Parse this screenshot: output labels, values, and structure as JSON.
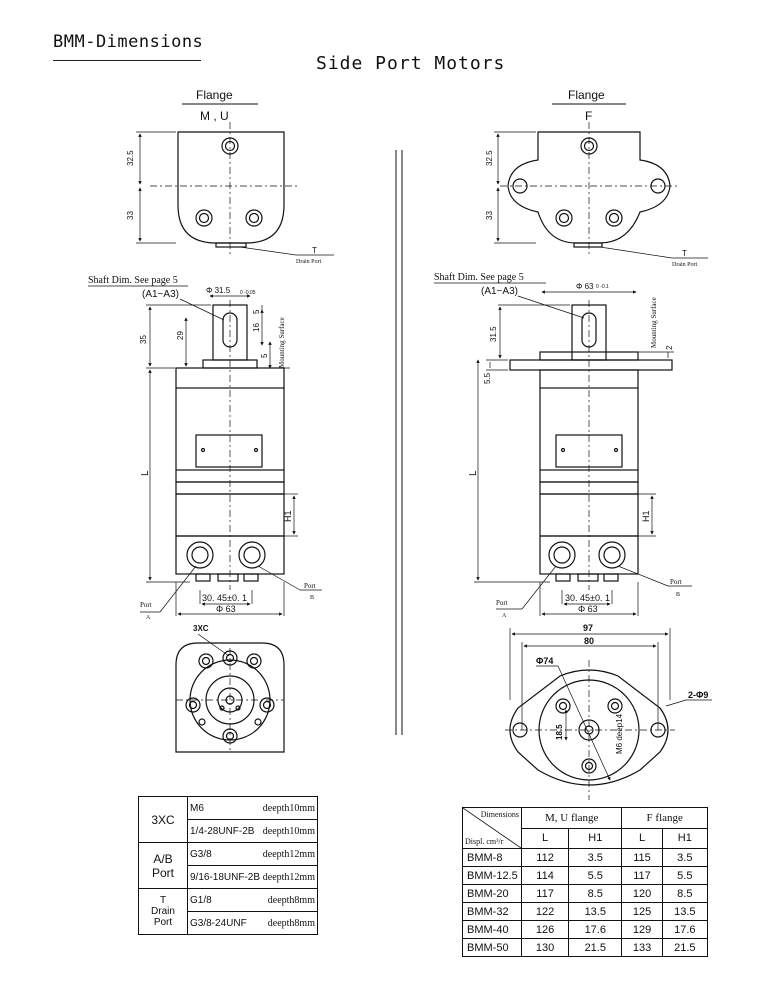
{
  "header": {
    "title": "BMM-Dimensions",
    "subtitle": "Side Port Motors"
  },
  "left_view": {
    "flange_heading": "Flange",
    "flange_codes": "M , U",
    "dim_upper": "32.5",
    "dim_lower": "33",
    "drain_t": "T",
    "drain_label": "Drain Port",
    "shaft_note": "Shaft Dim. See page 5",
    "shaft_range": "(A1~A3)",
    "shaft_dia": "Φ 31.5",
    "shaft_tol": "0 -0.05",
    "dim_35": "35",
    "dim_29": "29",
    "dim_16": "16",
    "dim_5a": "5",
    "dim_5b": "5",
    "mounting_surface": "Mounting Surface",
    "dim_L": "L",
    "dim_H1": "H1",
    "port_a": "Port",
    "port_a_letter": "A",
    "port_b": "Port",
    "port_b_letter": "B",
    "dim_3045": "30. 45±0. 1",
    "dim_63": "Φ 63",
    "label_3xc": "3XC"
  },
  "right_view": {
    "flange_heading": "Flange",
    "flange_code": "F",
    "dim_upper": "32.5",
    "dim_lower": "33",
    "drain_t": "T",
    "drain_label": "Drain Port",
    "shaft_note": "Shaft Dim. See page 5",
    "shaft_range": "(A1~A3)",
    "shaft_dia": "Φ 63",
    "shaft_tol": "0 -0.1",
    "dim_315": "31.5",
    "dim_55": "5.5",
    "dim_2": "2",
    "mounting_surface": "Mounting Surface",
    "dim_L": "L",
    "dim_H1": "H1",
    "port_a": "Port",
    "port_a_letter": "A",
    "port_b": "Port",
    "port_b_letter": "B",
    "dim_3045": "30. 45±0. 1",
    "dim_63": "Φ 63",
    "dim_97": "97",
    "dim_80": "80",
    "dim_74": "Φ74",
    "dim_185": "18.5",
    "dim_2phi9": "2-Φ9",
    "m6_note": "M6 deep14"
  },
  "port_table": {
    "groups": [
      {
        "label": [
          "3XC"
        ],
        "rows": [
          {
            "value": "M6",
            "depth": "deepth10mm"
          },
          {
            "value": "1/4-28UNF-2B",
            "depth": "deepth10mm"
          }
        ]
      },
      {
        "label": [
          "A/B",
          "Port"
        ],
        "rows": [
          {
            "value": "G3/8",
            "depth": "deepth12mm"
          },
          {
            "value": "9/16-18UNF-2B",
            "depth": "deepth12mm"
          }
        ]
      },
      {
        "label": [
          "T",
          "Drain",
          "Port"
        ],
        "rows": [
          {
            "value": "G1/8",
            "depth": "deepth8mm"
          },
          {
            "value": "G3/8-24UNF",
            "depth": "deepth8mm"
          }
        ]
      }
    ]
  },
  "dim_table": {
    "corner_top": "Dimensions",
    "corner_bottom": "Displ. cm³/r",
    "flange_mu": "M, U flange",
    "flange_f": "F flange",
    "subheaders": [
      "L",
      "H1",
      "L",
      "H1"
    ],
    "rows": [
      [
        "BMM-8",
        "112",
        "3.5",
        "115",
        "3.5"
      ],
      [
        "BMM-12.5",
        "114",
        "5.5",
        "117",
        "5.5"
      ],
      [
        "BMM-20",
        "117",
        "8.5",
        "120",
        "8.5"
      ],
      [
        "BMM-32",
        "122",
        "13.5",
        "125",
        "13.5"
      ],
      [
        "BMM-40",
        "126",
        "17.6",
        "129",
        "17.6"
      ],
      [
        "BMM-50",
        "130",
        "21.5",
        "133",
        "21.5"
      ]
    ]
  }
}
